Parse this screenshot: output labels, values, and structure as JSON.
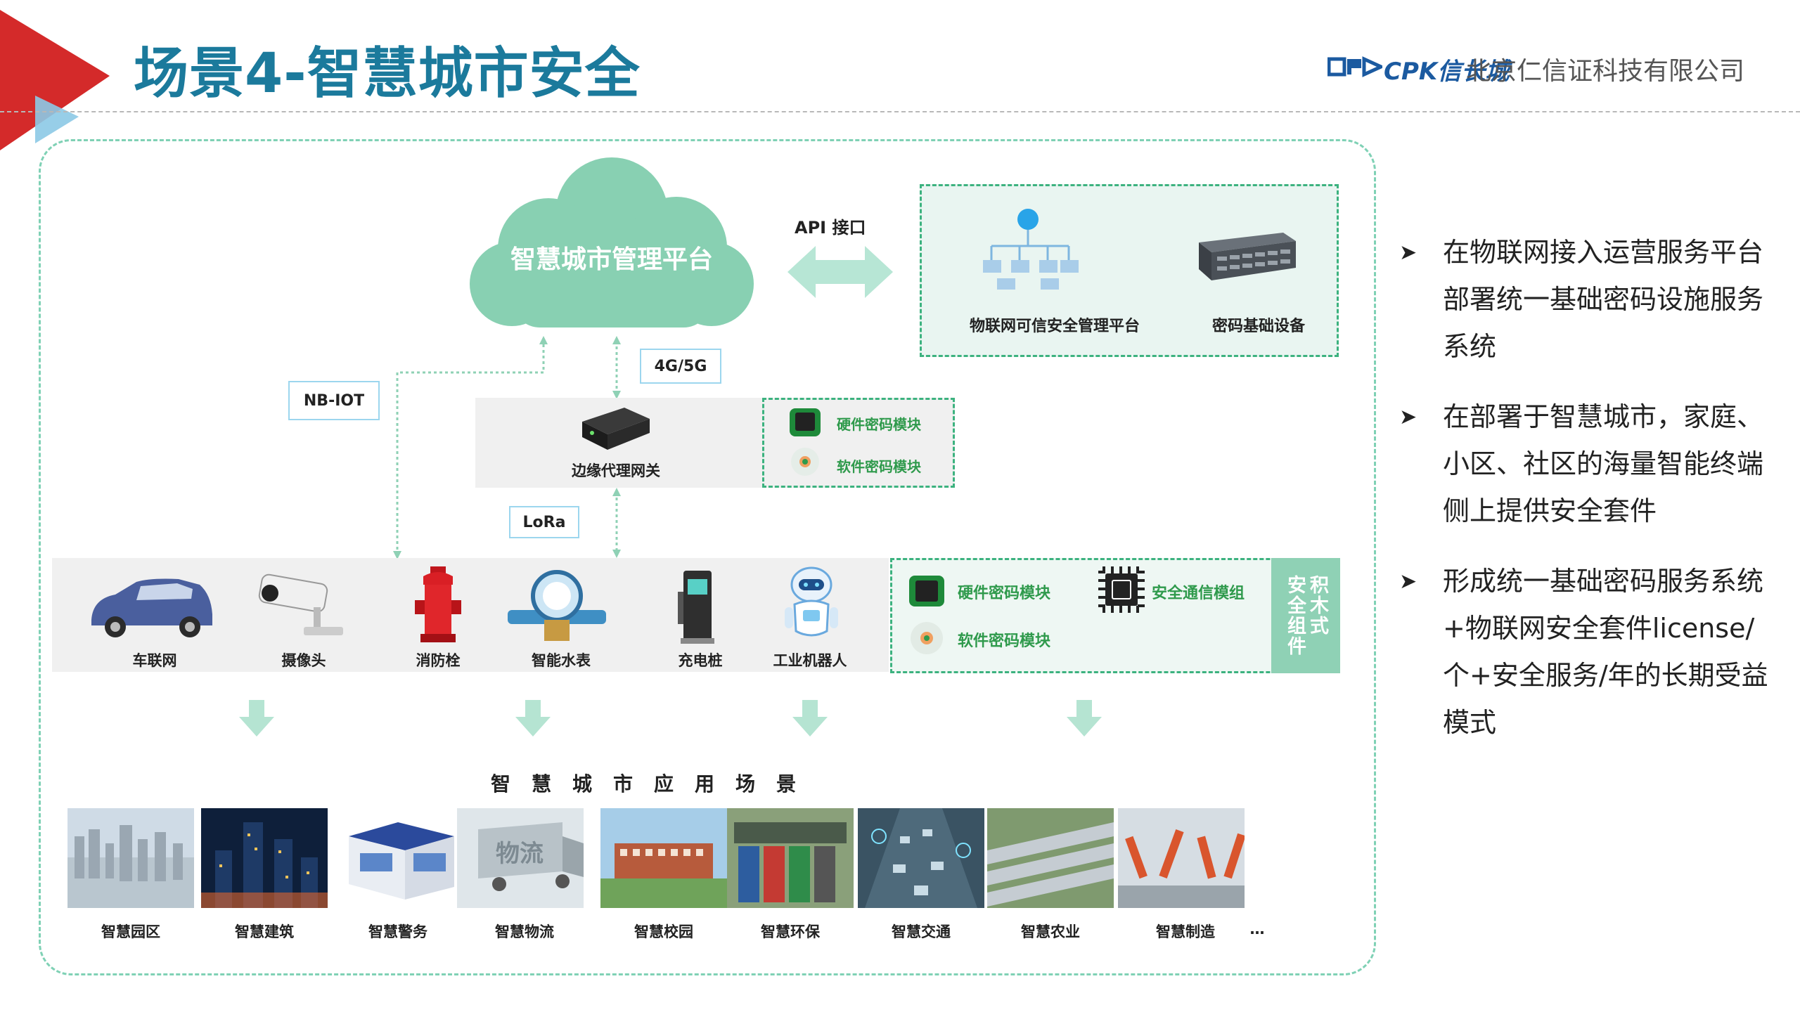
{
  "header": {
    "title": "场景4-智慧城市安全",
    "logo_text": "CPK信长城",
    "company": "北京仁信证科技有限公司",
    "accent_red": "#d42a2a",
    "accent_blue": "#1b7a9c"
  },
  "cloud": {
    "label": "智慧城市管理平台"
  },
  "api": {
    "label": "API 接口"
  },
  "platform": {
    "iot_label": "物联网可信安全管理平台",
    "device_label": "密码基础设备"
  },
  "links": {
    "nbiot": "NB-IOT",
    "cellular": "4G/5G",
    "lora": "LoRa"
  },
  "gateway": {
    "label": "边缘代理网关",
    "hw_module": "硬件密码模块",
    "sw_module": "软件密码模块"
  },
  "devices": [
    {
      "label": "车联网",
      "icon": "car-icon"
    },
    {
      "label": "摄像头",
      "icon": "camera-icon"
    },
    {
      "label": "消防栓",
      "icon": "hydrant-icon"
    },
    {
      "label": "智能水表",
      "icon": "water-meter-icon"
    },
    {
      "label": "充电桩",
      "icon": "charger-icon"
    },
    {
      "label": "工业机器人",
      "icon": "robot-icon"
    }
  ],
  "terminal_crypto": {
    "hw_module": "硬件密码模块",
    "sw_module": "软件密码模块",
    "comm_module": "安全通信模组",
    "band_col1": "积木式",
    "band_col2": "安全组件"
  },
  "scenes": {
    "title": "智慧城市应用场景",
    "items": [
      "智慧园区",
      "智慧建筑",
      "智慧警务",
      "智慧物流",
      "智慧校园",
      "智慧环保",
      "智慧交通",
      "智慧农业",
      "智慧制造"
    ],
    "ellipsis": "…",
    "logistics_sign": "物流"
  },
  "bullets": [
    "在物联网接入运营服务平台部署统一基础密码设施服务系统",
    "在部署于智慧城市，家庭、小区、社区的海量智能终端侧上提供安全套件",
    "形成统一基础密码服务系统+物联网安全套件license/个+安全服务/年的长期受益模式"
  ]
}
